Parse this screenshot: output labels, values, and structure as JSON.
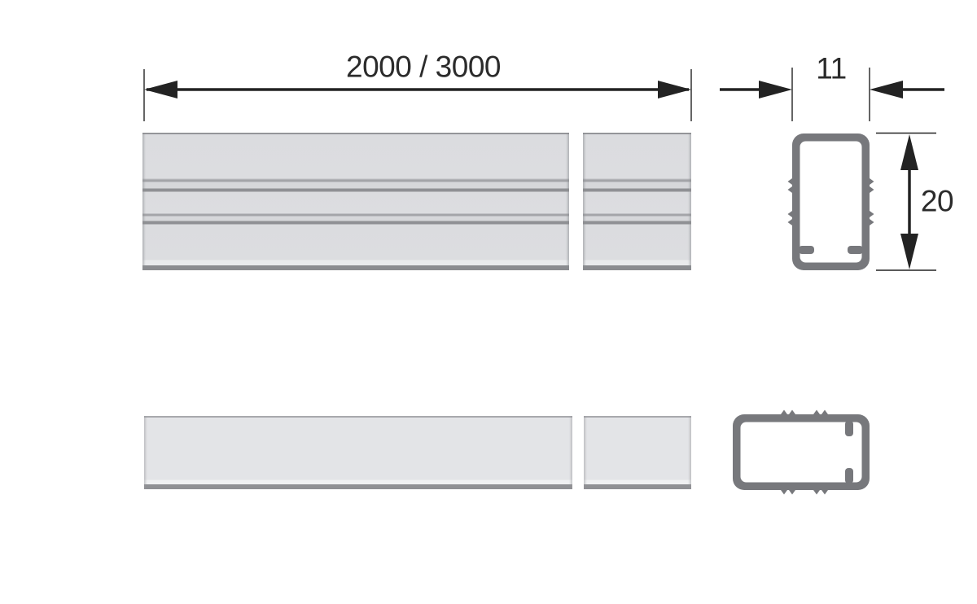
{
  "colors": {
    "background": "#ffffff",
    "line": "#232323",
    "text": "#2b2b2b",
    "section": "#77787c",
    "profile-fill": "#dcdde0",
    "profile-fill-light": "#e3e4e7"
  },
  "dimensions": {
    "length": {
      "value": "2000 / 3000"
    },
    "width": {
      "value": "11"
    },
    "height": {
      "value": "20"
    }
  }
}
